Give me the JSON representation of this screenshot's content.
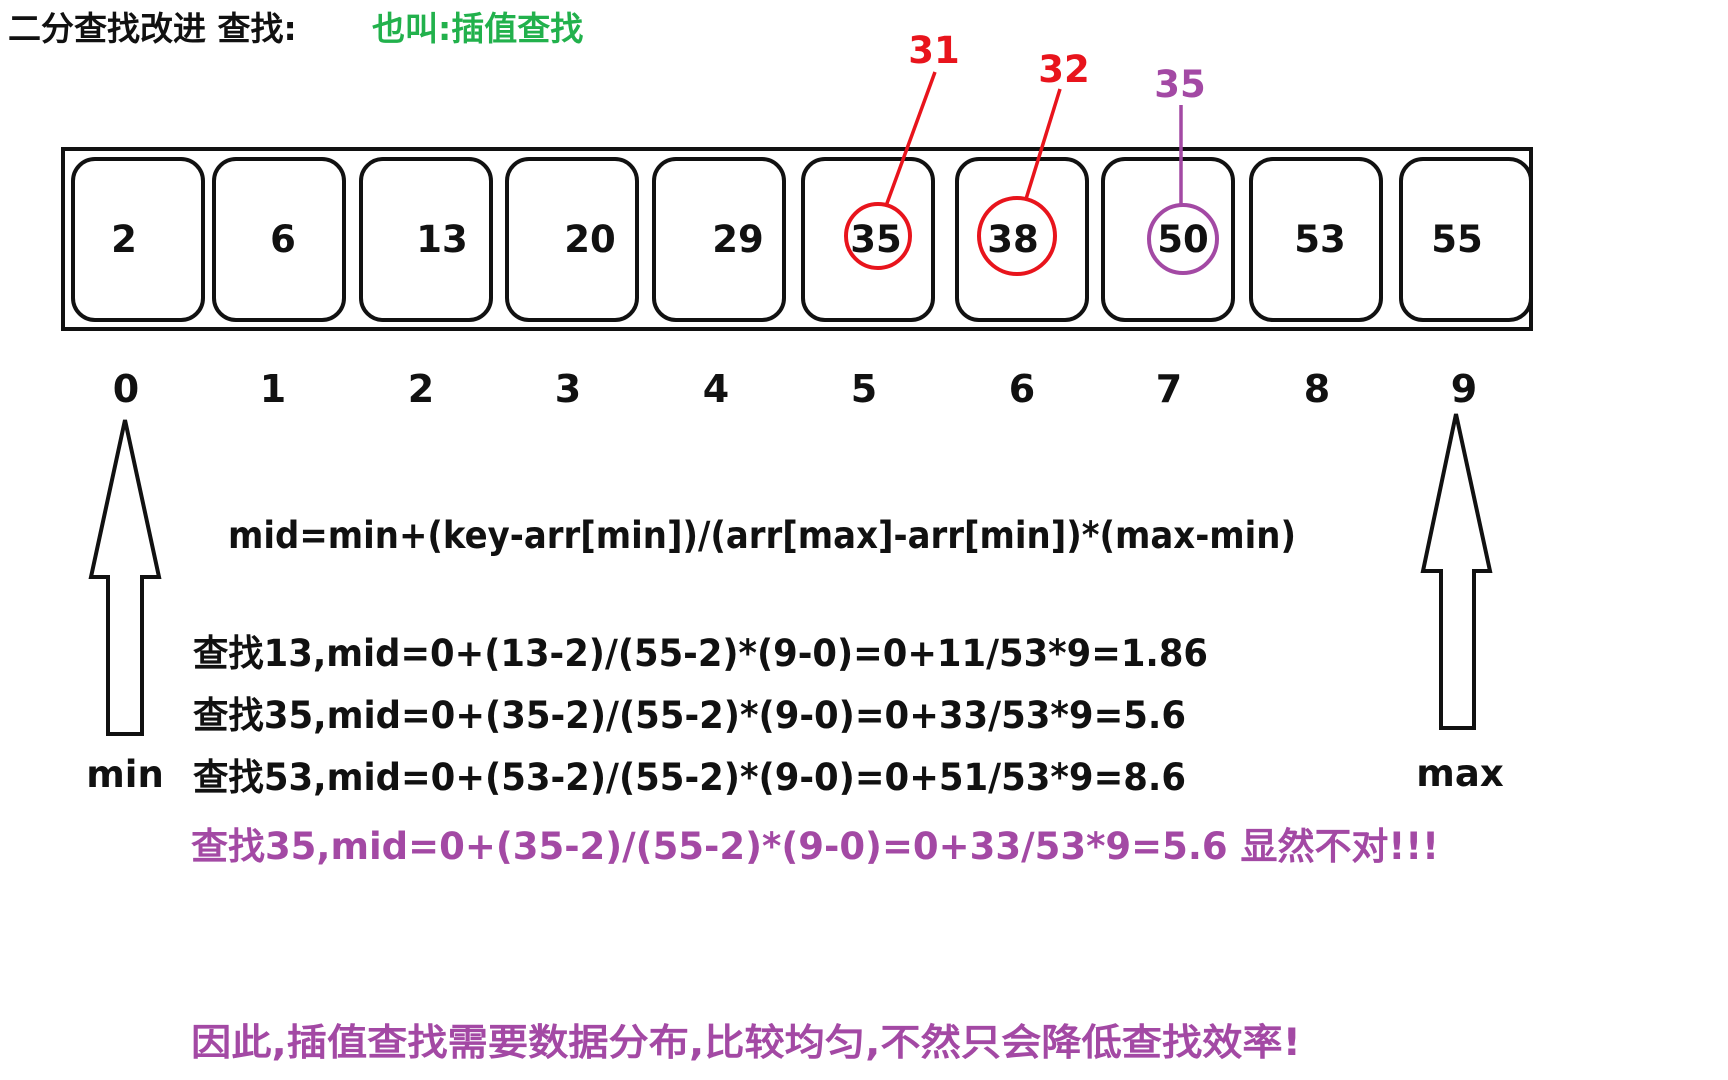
{
  "title": "二分查找改进 查找:",
  "subtitle": "也叫:插值查找",
  "array": {
    "values": [
      "2",
      "6",
      "13",
      "20",
      "29",
      "35",
      "38",
      "50",
      "53",
      "55"
    ],
    "indices": [
      "0",
      "1",
      "2",
      "3",
      "4",
      "5",
      "6",
      "7",
      "8",
      "9"
    ]
  },
  "keys": [
    {
      "label": "31",
      "target_index": 5,
      "color": "#e8141c"
    },
    {
      "label": "32",
      "target_index": 6,
      "color": "#e8141c"
    },
    {
      "label": "35",
      "target_index": 7,
      "color": "#a349a4"
    }
  ],
  "pointers": {
    "min_label": "min",
    "max_label": "max"
  },
  "formula": "mid=min+(key-arr[min])/(arr[max]-arr[min])*(max-min)",
  "steps": [
    "查找13,mid=0+(13-2)/(55-2)*(9-0)=0+11/53*9=1.86",
    "查找35,mid=0+(35-2)/(55-2)*(9-0)=0+33/53*9=5.6",
    "查找53,mid=0+(53-2)/(55-2)*(9-0)=0+51/53*9=8.6"
  ],
  "note": "查找35,mid=0+(35-2)/(55-2)*(9-0)=0+33/53*9=5.6 显然不对!!!",
  "conclusion": "因此,插值查找需要数据分布,比较均匀,不然只会降低查找效率!",
  "colors": {
    "red": "#e8141c",
    "purple": "#a349a4",
    "green": "#22b14c",
    "black": "#111111"
  }
}
